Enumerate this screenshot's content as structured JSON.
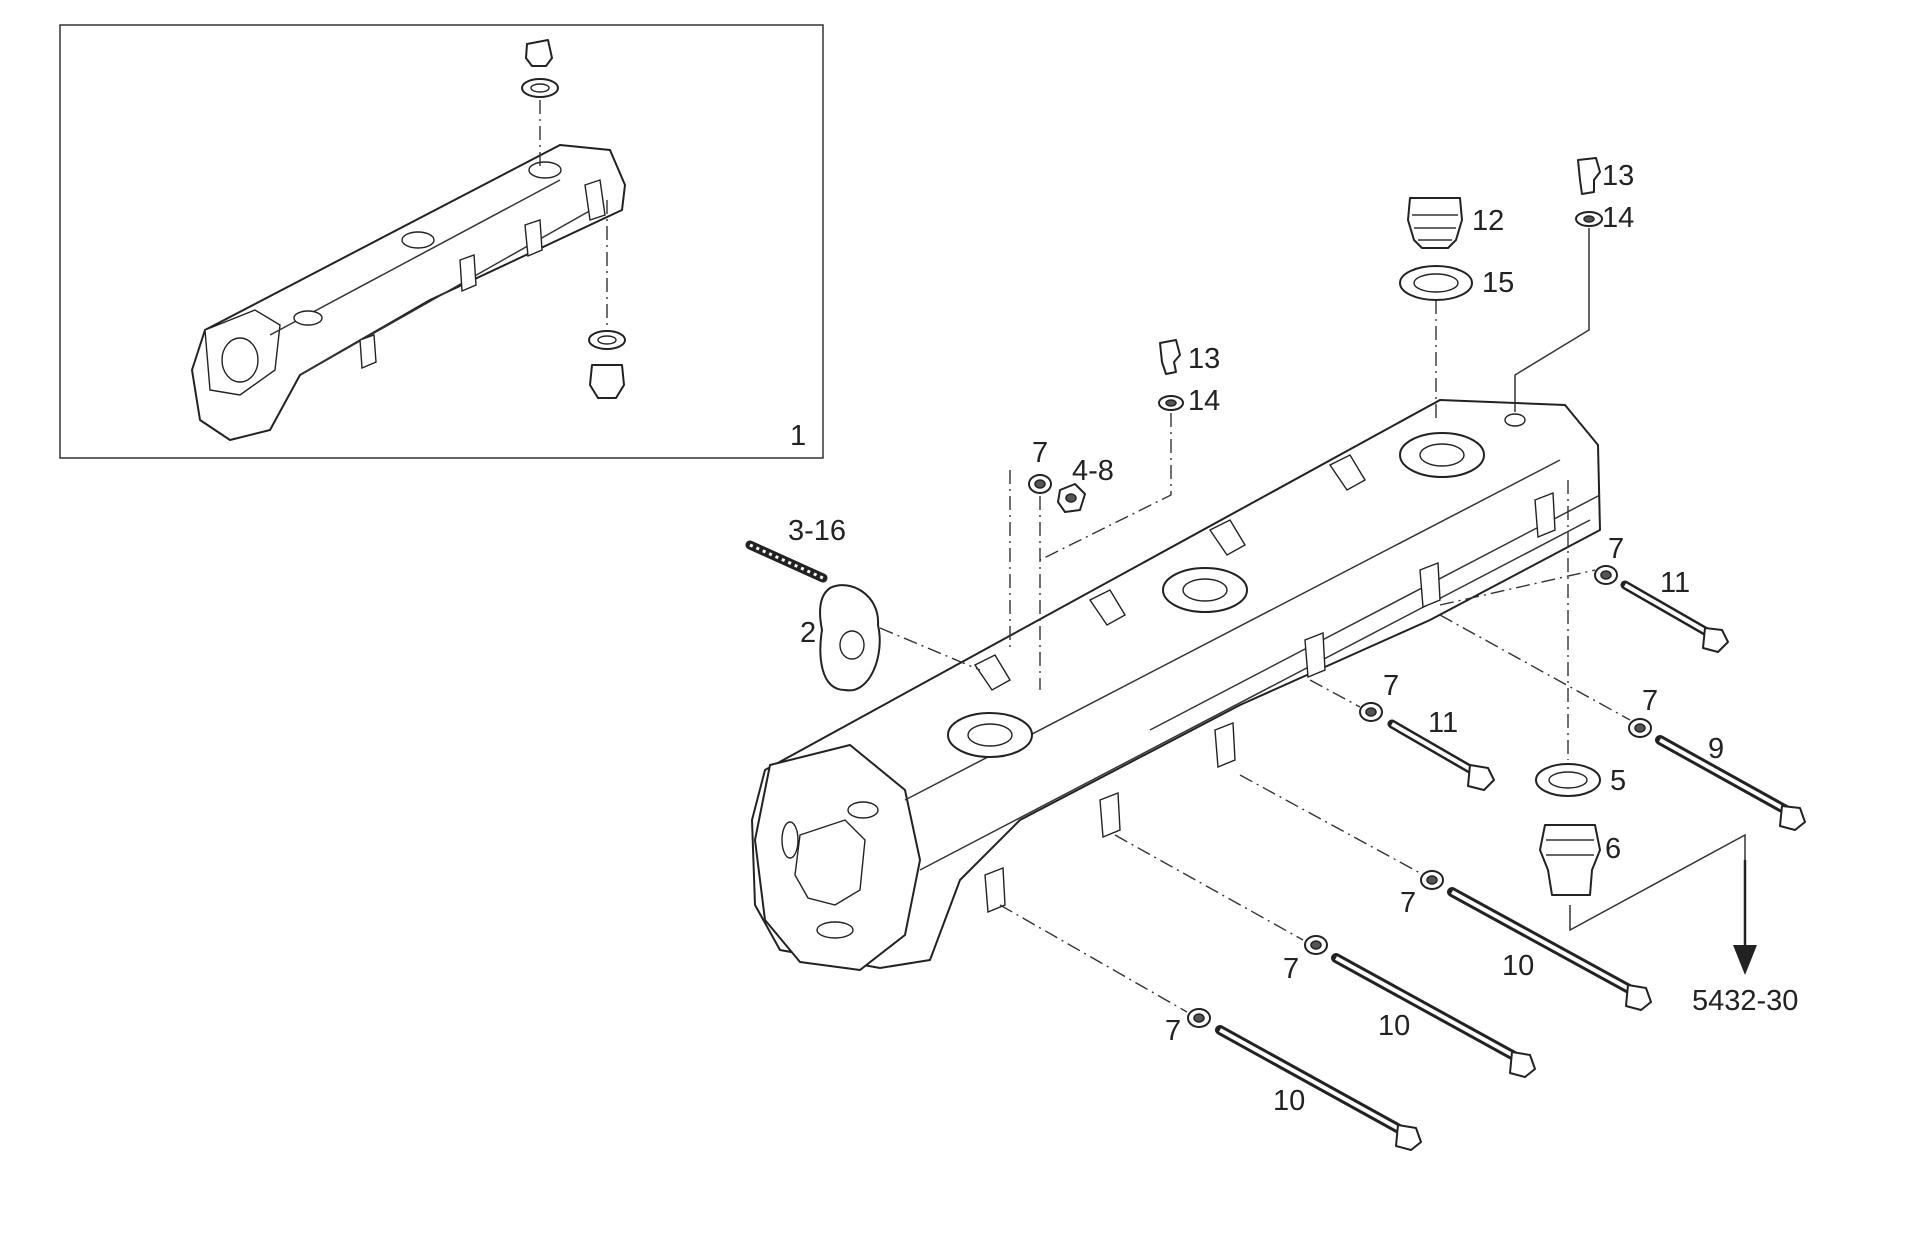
{
  "inset": {
    "label": "1"
  },
  "labels": {
    "l2": "2",
    "l3_16": "3-16",
    "l4_8": "4-8",
    "l5": "5",
    "l6": "6",
    "l7a": "7",
    "l7b": "7",
    "l7c": "7",
    "l7d": "7",
    "l7e": "7",
    "l7f": "7",
    "l7g": "7",
    "l9": "9",
    "l10a": "10",
    "l10b": "10",
    "l10c": "10",
    "l11a": "11",
    "l11b": "11",
    "l12": "12",
    "l13a": "13",
    "l13b": "13",
    "l14a": "14",
    "l14b": "14",
    "l15": "15"
  },
  "reference": {
    "text": "5432-30"
  },
  "icons": {
    "arrow": "arrow-down-icon"
  }
}
